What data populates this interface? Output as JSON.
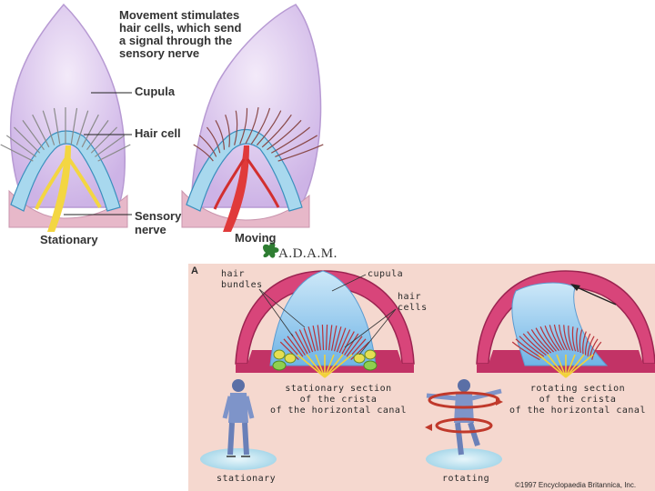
{
  "top_panel": {
    "caption": "Movement stimulates hair cells, which send a signal through the sensory nerve",
    "caption_lines": [
      "Movement stimulates",
      "hair cells, which send",
      "a signal through the",
      "sensory nerve"
    ],
    "labels": {
      "cupula": "Cupula",
      "hair_cell": "Hair cell",
      "sensory_nerve_line1": "Sensory",
      "sensory_nerve_line2": "nerve",
      "stationary": "Stationary",
      "moving": "Moving"
    },
    "logo_text": "A.D.A.M."
  },
  "bottom_panel": {
    "panel_letter": "A",
    "labels": {
      "hair_bundles_line1": "hair",
      "hair_bundles_line2": "bundles",
      "cupula": "cupula",
      "hair_cells_line1": "hair",
      "hair_cells_line2": "cells"
    },
    "stationary_caption": [
      "stationary section",
      "of the crista",
      "of the horizontal canal"
    ],
    "rotating_caption": [
      "rotating section",
      "of the crista",
      "of the horizontal canal"
    ],
    "stationary_figure_label": "stationary",
    "rotating_figure_label": "rotating",
    "copyright": "©1997 Encyclopaedia Britannica, Inc."
  },
  "colors": {
    "cupula_purple": "#d9c4ec",
    "bottom_background": "#f5d8cf",
    "crista_pink": "#d8457a",
    "cupula_blue": "#8ec8ee",
    "hair_cell_blue": "#9fd3ec",
    "nerve_yellow": "#f2d23a",
    "logo_green": "#2e7d32"
  }
}
